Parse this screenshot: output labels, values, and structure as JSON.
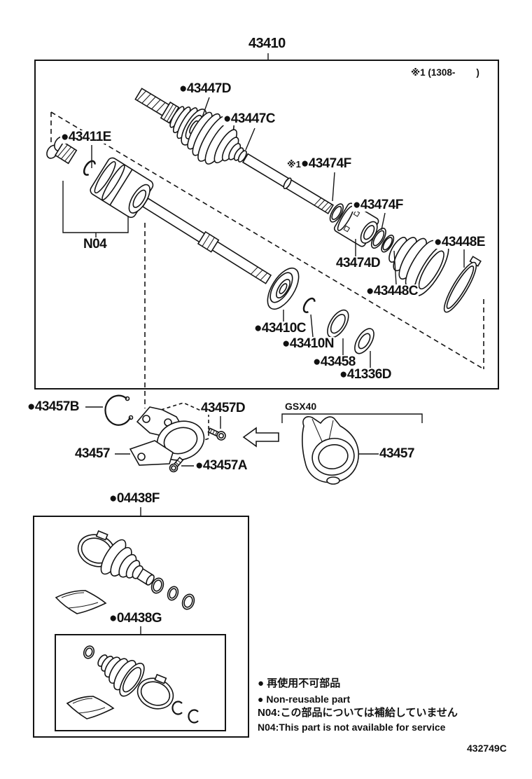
{
  "header": {
    "title": "43410",
    "variant_note": "※1 (1308-        )"
  },
  "main": {
    "labels": {
      "l43447D": "●43447D",
      "l43447C": "●43447C",
      "l43411E": "●43411E",
      "l43474F_top_prefix": "※1",
      "l43474F_top": "●43474F",
      "l43474F_mid": "●43474F",
      "l43474D": "43474D",
      "l43448E": "●43448E",
      "l43448C": "●43448C",
      "l43410C": "●43410C",
      "l43410N": "●43410N",
      "l43458": "●43458",
      "l41336D": "●41336D",
      "lN04": "N04"
    }
  },
  "bracket": {
    "labels": {
      "l43457B": "●43457B",
      "l43457D": "43457D",
      "l43457": "43457",
      "l43457A": "●43457A",
      "variant": "GSX40",
      "l43457_gsx40": "43457"
    }
  },
  "kits": {
    "l04438F": "●04438F",
    "l04438G": "●04438G"
  },
  "legend": {
    "nonreusable_jp": "● 再使用不可部品",
    "nonreusable_en": "● Non-reusable part",
    "n04_jp": "N04:この部品については補給していません",
    "n04_en": "N04:This part is not available for service"
  },
  "footer": {
    "drawing_code": "432749C"
  }
}
